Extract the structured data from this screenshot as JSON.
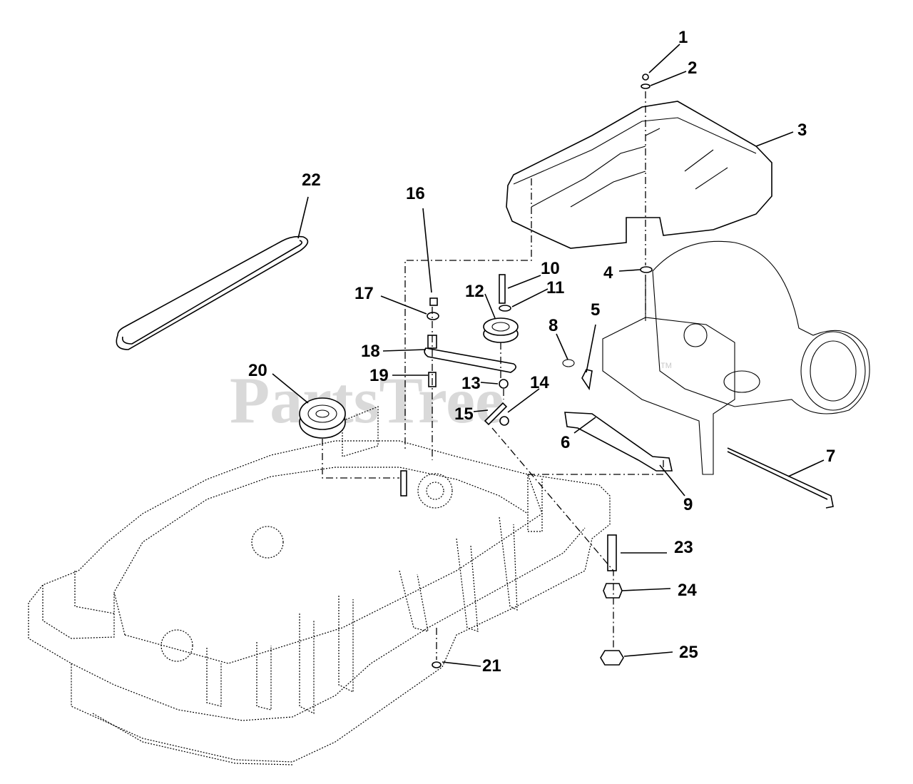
{
  "watermark": {
    "text": "PartsTree",
    "tm": "TM"
  },
  "callouts": [
    "1",
    "2",
    "3",
    "4",
    "5",
    "6",
    "7",
    "8",
    "9",
    "10",
    "11",
    "12",
    "13",
    "14",
    "15",
    "16",
    "17",
    "18",
    "19",
    "20",
    "21",
    "22",
    "23",
    "24",
    "25"
  ]
}
